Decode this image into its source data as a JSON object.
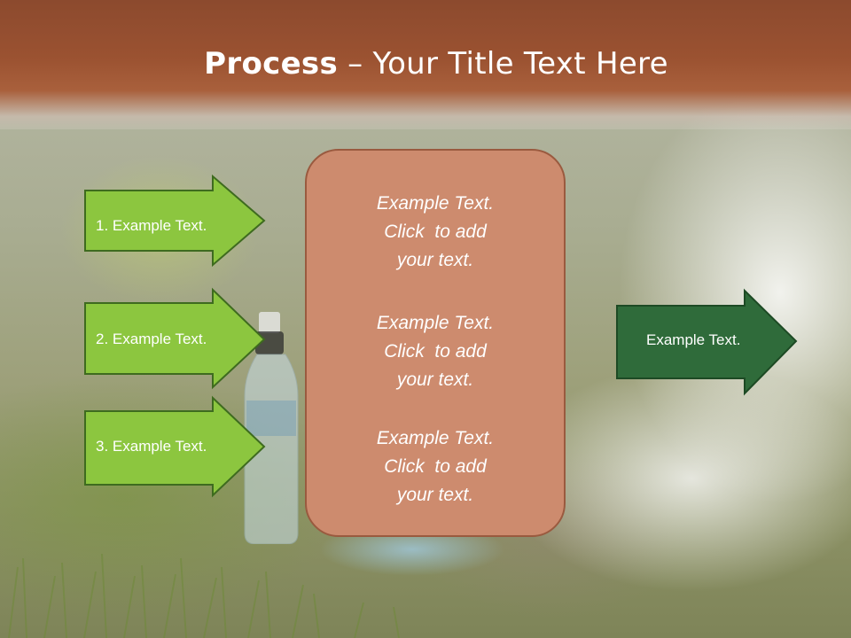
{
  "title": {
    "bold": "Process",
    "rest": " – Your Title Text Here"
  },
  "left_arrows": [
    {
      "label": "1. Example Text."
    },
    {
      "label": "2. Example Text."
    },
    {
      "label": "3. Example Text."
    }
  ],
  "center_box": {
    "blocks": [
      {
        "line1": "Example Text.",
        "line2": "Click  to add",
        "line3": "your text."
      },
      {
        "line1": "Example Text.",
        "line2": "Click  to add",
        "line3": "your text."
      },
      {
        "line1": "Example Text.",
        "line2": "Click  to add",
        "line3": "your text."
      }
    ]
  },
  "right_arrow": {
    "label": "Example Text."
  },
  "colors": {
    "title_band": "#9b5231",
    "left_arrow_fill": "#8cc63f",
    "left_arrow_border": "#3e6b1f",
    "right_arrow_fill": "#2f6b3a",
    "right_arrow_border": "#1d4a24",
    "center_box_fill": "#cd8b6e"
  }
}
